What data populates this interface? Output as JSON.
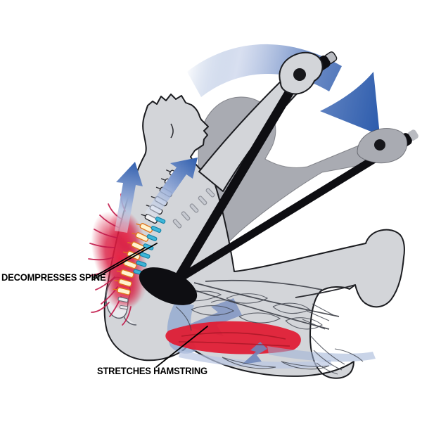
{
  "diagram": {
    "type": "exercise-anatomy-illustration",
    "subject": "Seated lever-bar stretch shown in start and finish positions",
    "labels": {
      "spine": "DECOMPRESSES SPINE",
      "hamstring": "STRETCHES HAMSTRING"
    },
    "icons": {
      "motion-swing-arrow": "large curved arrow showing bar swinging forward/down",
      "decompression-arrows": "two straight arrows pointing up along the back",
      "hamstring-stretch-arrow": "small arrow pointing down along the calf"
    },
    "colors": {
      "figure_fill": "#d3d5d9",
      "ghost_fill": "#a9abb2",
      "outline": "#1b1c20",
      "arrow_blue_dark": "#2e5dad",
      "arrow_blue_light": "#e9eef7",
      "spine_heat_yellow": "#ffcf3f",
      "spine_heat_orange": "#e0751c",
      "spine_glow_red": "#d91b40",
      "nerve_red": "#c2194a",
      "ghost_spine_cyan": "#35b5d9",
      "hamstring_red": "#e11b31",
      "muscle_blue": "#8ea5cf",
      "device_black": "#0e0e12",
      "label_text": "#000000"
    }
  }
}
